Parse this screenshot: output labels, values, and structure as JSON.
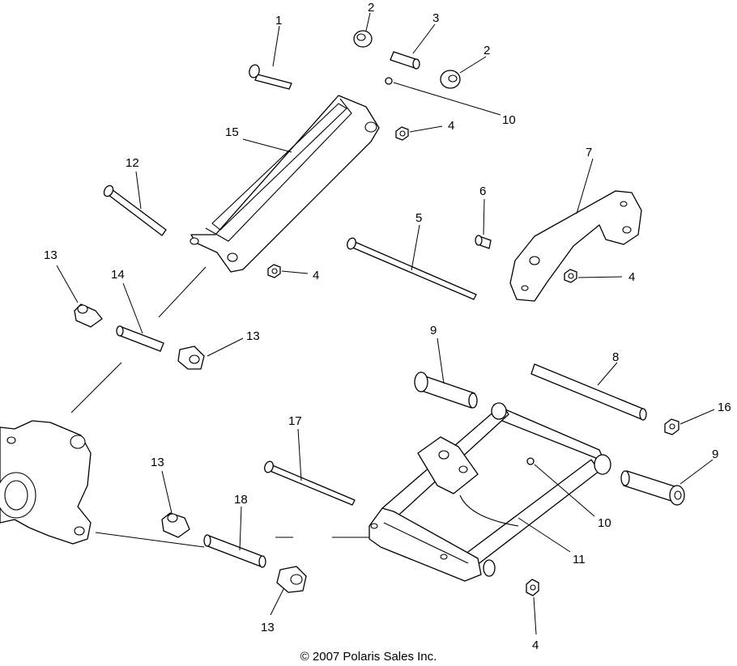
{
  "callouts": {
    "c1": "1",
    "c2a": "2",
    "c2b": "2",
    "c3": "3",
    "c10a": "10",
    "c4a": "4",
    "c15": "15",
    "c12": "12",
    "c7": "7",
    "c6": "6",
    "c5": "5",
    "c4b": "4",
    "c4c": "4",
    "c13a": "13",
    "c14": "14",
    "c13b": "13",
    "c9a": "9",
    "c8": "8",
    "c16": "16",
    "c9b": "9",
    "c17": "17",
    "c10b": "10",
    "c13c": "13",
    "c18": "18",
    "c11": "11",
    "c13d": "13",
    "c4d": "4"
  },
  "copyright": "© 2007 Polaris Sales Inc."
}
